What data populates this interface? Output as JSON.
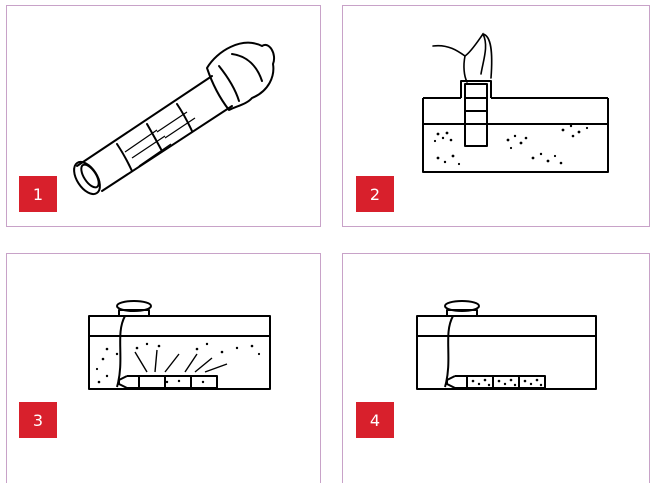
{
  "steps": [
    {
      "number": "1",
      "illustration": "pumping-tube-with-filter-sock-icon"
    },
    {
      "number": "2",
      "illustration": "inserting-tube-into-tank-icon"
    },
    {
      "number": "3",
      "illustration": "tank-water-spraying-icon"
    },
    {
      "number": "4",
      "illustration": "tank-filtered-icon"
    }
  ],
  "colors": {
    "panel_border": "#c8a2c8",
    "step_badge": "#d8202c",
    "step_text": "#ffffff"
  }
}
